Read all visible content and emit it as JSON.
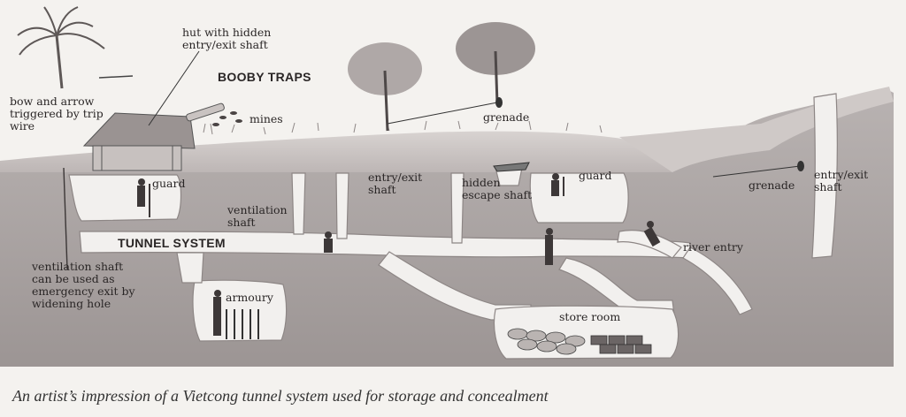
{
  "labels": {
    "hut": "hut with hidden\nentry/exit shaft",
    "bow": "bow and arrow\ntriggered by trip\nwire",
    "booby_traps": "BOOBY TRAPS",
    "mines": "mines",
    "grenade_top": "grenade",
    "guard_left": "guard",
    "ventilation": "ventilation\nshaft",
    "entry_mid": "entry/exit\nshaft",
    "hidden_escape": "hidden\nescape shaft",
    "guard_right": "guard",
    "grenade_right": "grenade",
    "entry_right": "entry/exit\nshaft",
    "tunnel_system": "TUNNEL SYSTEM",
    "river_entry": "river entry",
    "vent_exit": "ventilation shaft\ncan be used as\nemergency exit by\nwidening hole",
    "armoury": "armoury",
    "store_room": "store room"
  },
  "caption": "An artist’s impression of a Vietcong tunnel system used for storage and concealment",
  "colors": {
    "earth": "#a8a1a1",
    "earth_dark": "#7d7676",
    "tunnel": "#f2f0ee",
    "sky": "#f4f2ef",
    "ink": "#2a2626"
  }
}
